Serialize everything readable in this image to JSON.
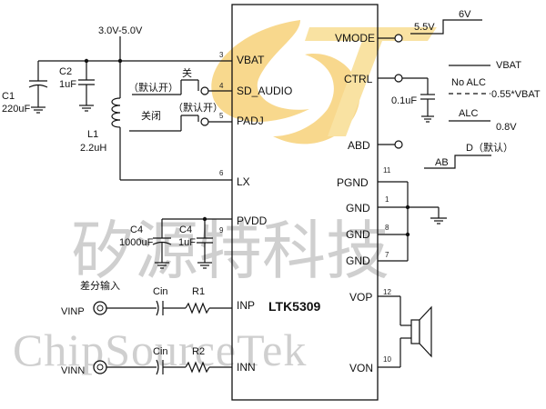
{
  "watermark": {
    "chinese": "矽源特科技",
    "english": "ChipSourceTek",
    "logo_color": "#f5c24a"
  },
  "chip": {
    "name": "LTK5309",
    "left_pins": [
      {
        "label": "VBAT",
        "number": "3"
      },
      {
        "label": "SD_AUDIO",
        "number": "4"
      },
      {
        "label": "PADJ",
        "number": "5"
      },
      {
        "label": "LX",
        "number": "6"
      },
      {
        "label": "PVDD",
        "number": "9"
      },
      {
        "label": "INP",
        "number": ""
      },
      {
        "label": "INN",
        "number": ""
      }
    ],
    "right_pins": [
      {
        "label": "VMODE",
        "number": ""
      },
      {
        "label": "CTRL",
        "number": ""
      },
      {
        "label": "ABD",
        "number": ""
      },
      {
        "label": "PGND",
        "number": "11"
      },
      {
        "label": "GND",
        "number": "1"
      },
      {
        "label": "GND",
        "number": "8"
      },
      {
        "label": "GND",
        "number": "7"
      },
      {
        "label": "VOP",
        "number": "12"
      },
      {
        "label": "VON",
        "number": "10"
      }
    ]
  },
  "supply": {
    "voltage": "3.0V-5.0V"
  },
  "components": {
    "c1": {
      "name": "C1",
      "value": "220uF"
    },
    "c2": {
      "name": "C2",
      "value": "1uF"
    },
    "l1": {
      "name": "L1",
      "value": "2.2uH"
    },
    "c4a": {
      "name": "C4",
      "value": "1000uF"
    },
    "c4b": {
      "name": "C4",
      "value": "1uF"
    },
    "cin": "Cin",
    "r1": "R1",
    "r2": "R2",
    "ctrl_cap": "0.1uF"
  },
  "sd_switch": {
    "off": "关",
    "default_on": "（默认开）"
  },
  "padj_switch": {
    "off": "关闭",
    "default_on": "（默认开）"
  },
  "inputs": {
    "title": "差分输入",
    "vinp": "VINP",
    "vinn": "VINN"
  },
  "vmode": {
    "low": "5.5V",
    "high": "6V"
  },
  "ctrl": {
    "vbat": "VBAT",
    "no_alc": "No ALC",
    "no_alc_value": "0.55*VBAT",
    "alc": "ALC",
    "alc_value": "0.8V"
  },
  "abd": {
    "ab": "AB",
    "d_default": "D（默认）"
  }
}
